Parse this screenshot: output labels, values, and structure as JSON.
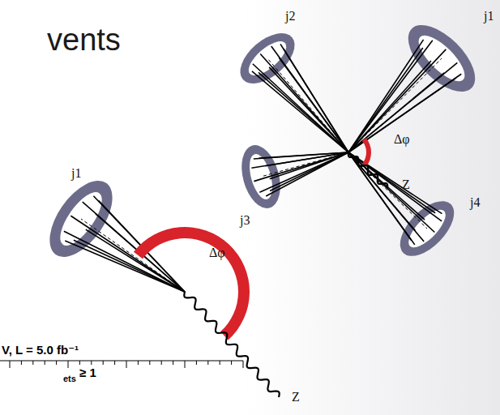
{
  "diagram": {
    "labels": [
      "vents",
      "j2",
      "j1",
      "Δφ",
      "Z",
      "j3",
      "j4",
      "j1",
      "Δφ",
      "Z",
      "V, L = 5.0 fb⁻¹",
      "ets",
      "≥ 1"
    ]
  }
}
